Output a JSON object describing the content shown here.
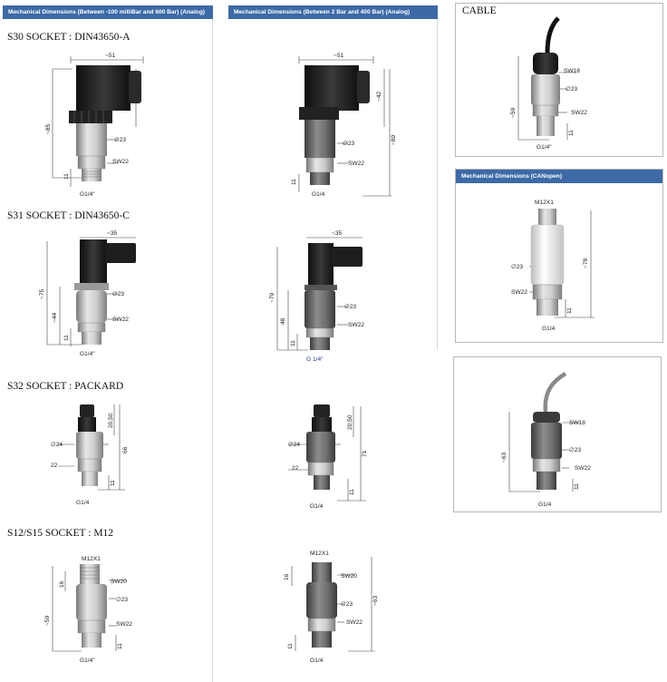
{
  "headers": {
    "left": "Mechanical Dimensions (Between -100 milliBar and 600 Bar) (Analog)",
    "middle": "Mechanical Dimensions (Between 2 Bar and 400 Bar) (Analog)",
    "canopen": "Mechanical Dimensions (CANopen)"
  },
  "sections": {
    "s30": "S30 SOCKET : DIN43650-A",
    "s31": "S31 SOCKET : DIN43650-C",
    "s32": "S32 SOCKET : PACKARD",
    "s12": "S12/S15 SOCKET : M12"
  },
  "cable_title": "CABLE",
  "labels": {
    "d51": "~51",
    "d42": "~42",
    "d85": "~85",
    "d89": "~89",
    "d35": "~35",
    "d75": "~75",
    "d44": "~44",
    "d79": "~79",
    "d48": "48",
    "d2050": "20,50",
    "d66": "66",
    "d71": "71",
    "d59": "~59",
    "d63": "~63",
    "d78": "~78",
    "dia23": "∅23",
    "dia24": "∅24",
    "sw22": "SW22",
    "sw20": "SW20",
    "sw18": "SW18",
    "n22": "22",
    "n11": "11",
    "n16": "16",
    "g14q": "G1/4\"",
    "g14": "G1/4",
    "g14s": "G 1/4\"",
    "m12": "M12X1"
  },
  "colors": {
    "header": "#3d6aa7",
    "connector": "#1e1e1e",
    "body_steel": "#b3b3b3",
    "body_dark": "#6b6b6b",
    "dim_line": "#444444"
  }
}
